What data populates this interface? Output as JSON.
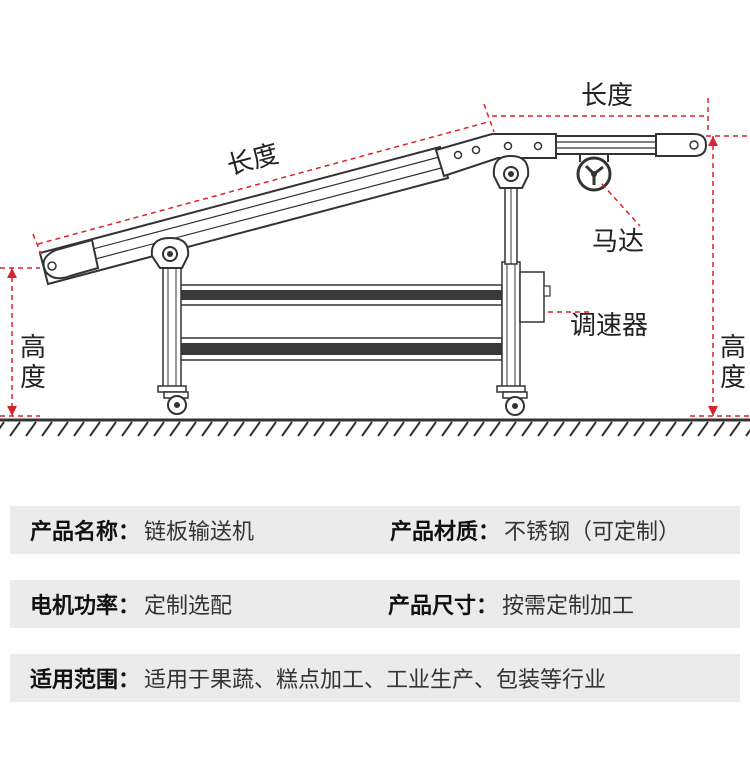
{
  "diagram": {
    "labels": {
      "slope_length": "长度",
      "top_length": "长度",
      "motor": "马达",
      "speed_controller": "调速器",
      "left_height": "高度",
      "right_height": "高度"
    }
  },
  "specs": {
    "product_name": {
      "key": "产品名称",
      "value": "链板输送机"
    },
    "material": {
      "key": "产品材质",
      "value": "不锈钢（可定制）"
    },
    "motor_config": {
      "key": "电机功率",
      "value": "定制选配"
    },
    "size": {
      "key": "产品尺寸",
      "value": "按需定制加工"
    },
    "scope": {
      "key": "适用范围",
      "value": "适用于果蔬、糕点加工、工业生产、包装等行业"
    }
  },
  "colors": {
    "line": "#333333",
    "dimension": "#d9232a",
    "belt_dark": "#3a3a3a",
    "row_bg": "#ebebeb"
  }
}
